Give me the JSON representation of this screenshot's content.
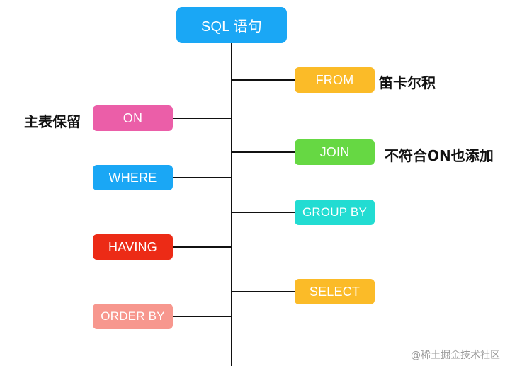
{
  "colors": {
    "root": "#1aa7f5",
    "from": "#fbbb28",
    "on": "#eb5ea8",
    "join": "#66d843",
    "where": "#1aa7f5",
    "group_by": "#22dcd2",
    "having": "#ec2b16",
    "select": "#fbbb28",
    "order_by": "#f7978e",
    "line": "#111111"
  },
  "root": {
    "label": "SQL 语句"
  },
  "nodes": {
    "from": "FROM",
    "on": "ON",
    "join": "JOIN",
    "where": "WHERE",
    "group_by": "GROUP BY",
    "having": "HAVING",
    "select": "SELECT",
    "order_by": "ORDER BY"
  },
  "notes": {
    "from": "笛卡尔积",
    "on": "主表保留",
    "join": "不符合ON也添加"
  },
  "watermark": "@稀土掘金技术社区"
}
